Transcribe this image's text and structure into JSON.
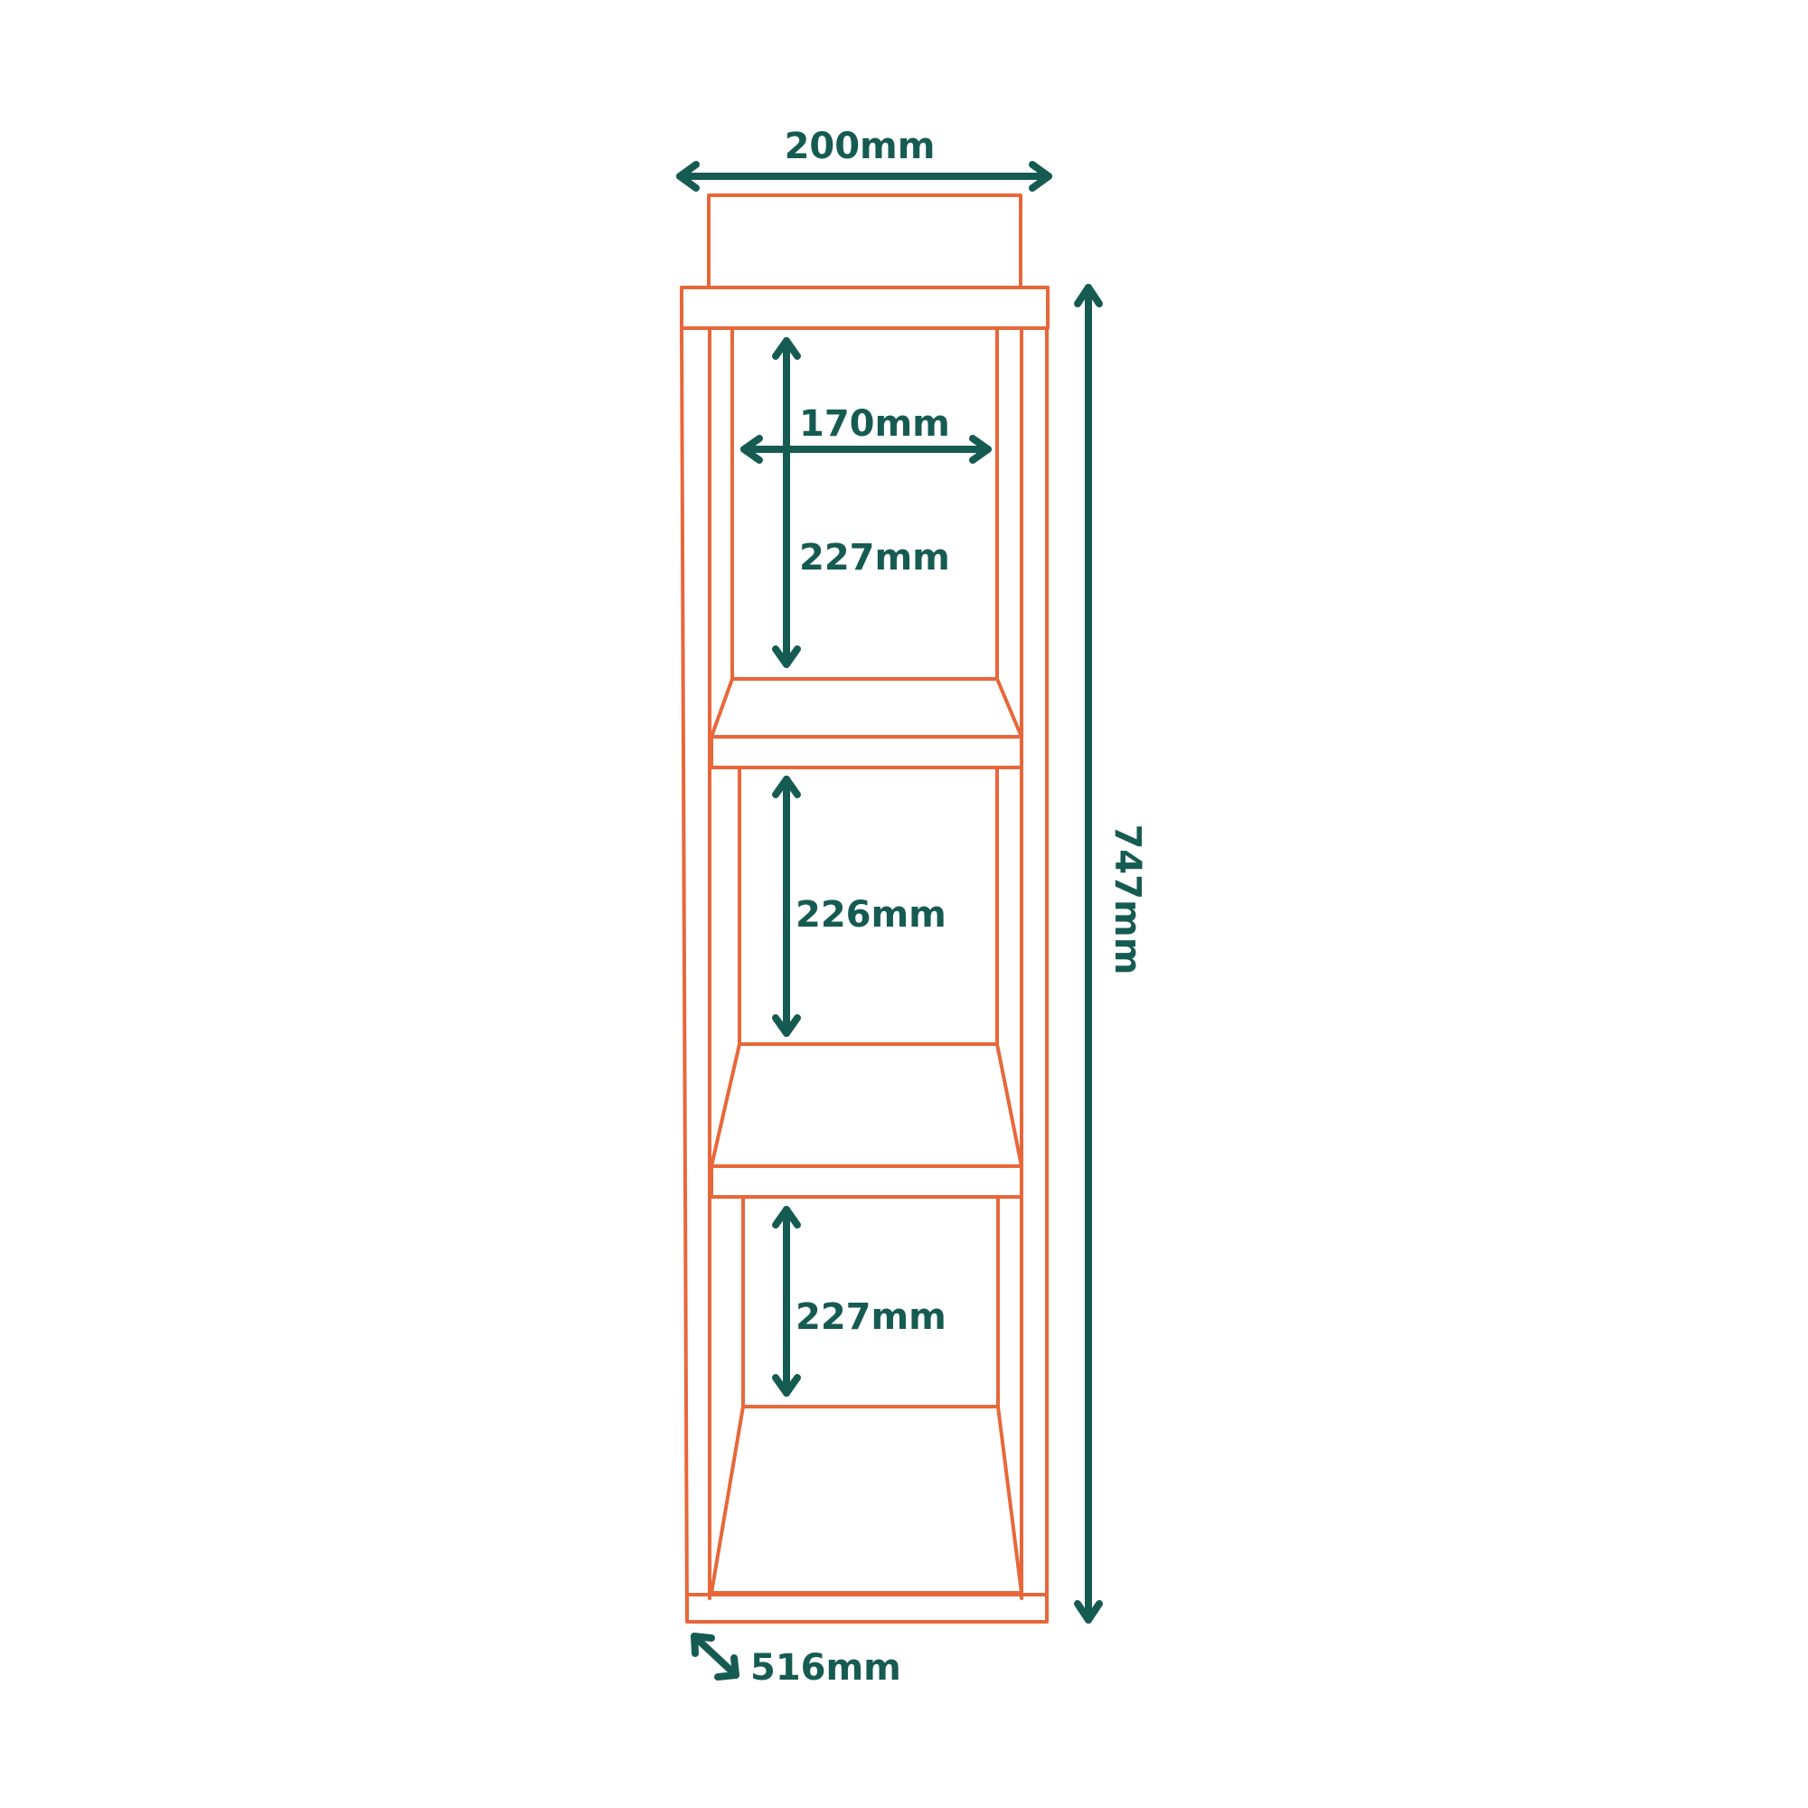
{
  "colors": {
    "outline": "#E8673A",
    "dimension": "#165B52",
    "background": "#FFFFFF"
  },
  "dimensions": {
    "width": "200mm",
    "top_shelf_width": "170mm",
    "top_compartment_height": "227mm",
    "middle_compartment_height": "226mm",
    "bottom_compartment_height": "227mm",
    "total_height": "747mm",
    "depth": "516mm"
  }
}
